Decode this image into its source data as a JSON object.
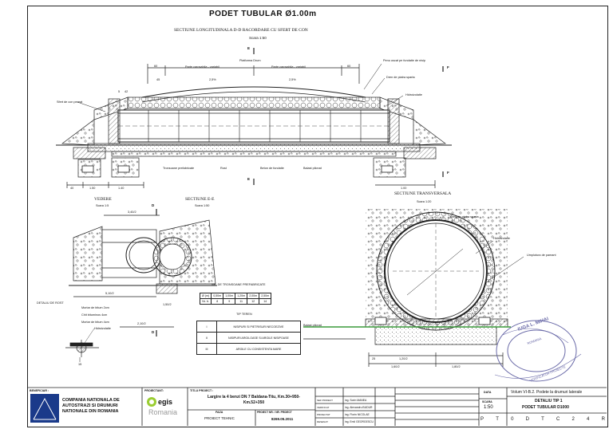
{
  "sheet": {
    "title": "PODET TUBULAR Ø1.00m",
    "long_section": {
      "title": "SECTIUNE LONGITUDINALA D-D RACORDARE CU SFERT DE CON",
      "scale": "Scara 1:50"
    },
    "view": {
      "title": "VEDERE",
      "scale": "Scara 1:5"
    },
    "section_e": {
      "title": "SECTIUNE E-E",
      "scale": "Scara 1:50"
    },
    "transverse": {
      "title": "SECTIUNE TRANSVERSALA",
      "scale": "Scara 1:20"
    },
    "labels": {
      "platforma": "Platforma Drum",
      "parte_left": "Parte carosabila - variabil",
      "parte_right": "Parte carosabila - variabil",
      "penu": "Penu uscat pe fundatie de nisip",
      "dren": "Dren de piatra sparta",
      "hidro": "Hidroizolatie",
      "sfert": "Sfert de con pereat",
      "tronsoane": "Tronsoane prefabricate",
      "rost": "Rost",
      "beton": "Beton de fundatie",
      "balast": "Balast pilonat",
      "detaliu_rost": "DETALIU DE ROST",
      "mortar1": "Mortar de bitum 2cm",
      "chit": "Chit bituminos 4cm",
      "mortar2": "Mortar de bitum 4cm",
      "hidro2": "Hidroizolatie",
      "dren_t": "Dren de piatra sparta",
      "hidro_t": "Hidroizolatie",
      "umplutura": "Umplutura de pamant",
      "balast_t": "Balast pilonat"
    },
    "dims": {
      "d60": "60",
      "d45": "45",
      "d25_l": "2,5%",
      "d25_r": "2,5%",
      "d5": "5",
      "d42": "42",
      "d150": "1.50",
      "d140": "1.40",
      "d40": "40",
      "d3402": "3,40/2",
      "d510": "5,10/2",
      "d200": "2,10/2",
      "d150b": "1,50/2",
      "d15": "15",
      "d100": "1.00",
      "t25": "25",
      "t120": "1,20/2",
      "t160": "1,60/2",
      "t180": "1,80/2"
    },
    "section_marks": {
      "E": "E",
      "F": "F",
      "D": "D"
    },
    "tronsoane_table": {
      "title": "NR. DE TRONSOANE PREFABRICATE",
      "row1": [
        "Ø (m)",
        "0,50m",
        "1,00m",
        "1,20m",
        "2,00m",
        "2,50m"
      ],
      "row2": [
        "Nr. tr.",
        "8",
        "9",
        "11",
        "12",
        "14"
      ]
    },
    "teren_table": {
      "title": "TIP TEREN",
      "rows": [
        {
          "tip": "I",
          "desc": "NISIPURI SI PIETRISURI NECOEZIVE"
        },
        {
          "tip": "II",
          "desc": "NISIPURI ARGILOASE SI ARGILE NISIPOASE"
        },
        {
          "tip": "III",
          "desc": "ARGILE CU CONSISTENTA MARE"
        }
      ]
    },
    "stamp": {
      "line1": "IUGA L. MIHAI",
      "line2": "ROMANIA",
      "line3": "VERIFICATOR PROIECTE"
    }
  },
  "titleblock": {
    "beneficiar_label": "BENEFICIAR :",
    "beneficiar": "COMPANIA NATIONALA DE AUTOSTRAZI SI DRUMURI NATIONALE DIN ROMANIA",
    "proiectant_label": "PROIECTANT:",
    "proiectant_logo": "egis",
    "proiectant_sub": "Romania",
    "titlu_label": "TITLU PROIECT :",
    "titlu": "Largire la 4 benzi DN 7 Baldana-Titu, Km.30+950-Km.52+350",
    "faza_label": "FAZA",
    "faza": "PROIECT TEHNIC",
    "nr_label": "PROIECT NR. / NR. PROIECT",
    "nr": "8269.05.2011",
    "people": [
      {
        "rol": "SEF PROIECT",
        "nume": "ing. Sorin MANEA"
      },
      {
        "rol": "VERIFICAT",
        "nume": "ing. Alexandru BUDUR"
      },
      {
        "rol": "PROIECTAT",
        "nume": "ing. Florin NICOLAE"
      },
      {
        "rol": "DESENAT",
        "nume": "ing. Emil GEORGESCU"
      }
    ],
    "data_label": "DATA",
    "scara_label": "SCARA",
    "scara": "1:50",
    "volum": "Volum VI-B.2. Podete la drumuri laterale",
    "detaliu": "DETALIU TIP 1",
    "podet": "PODET TUBULAR D1000",
    "code": [
      "P",
      "T",
      "0",
      "D",
      "T",
      "C",
      "2",
      "4",
      "R"
    ]
  }
}
